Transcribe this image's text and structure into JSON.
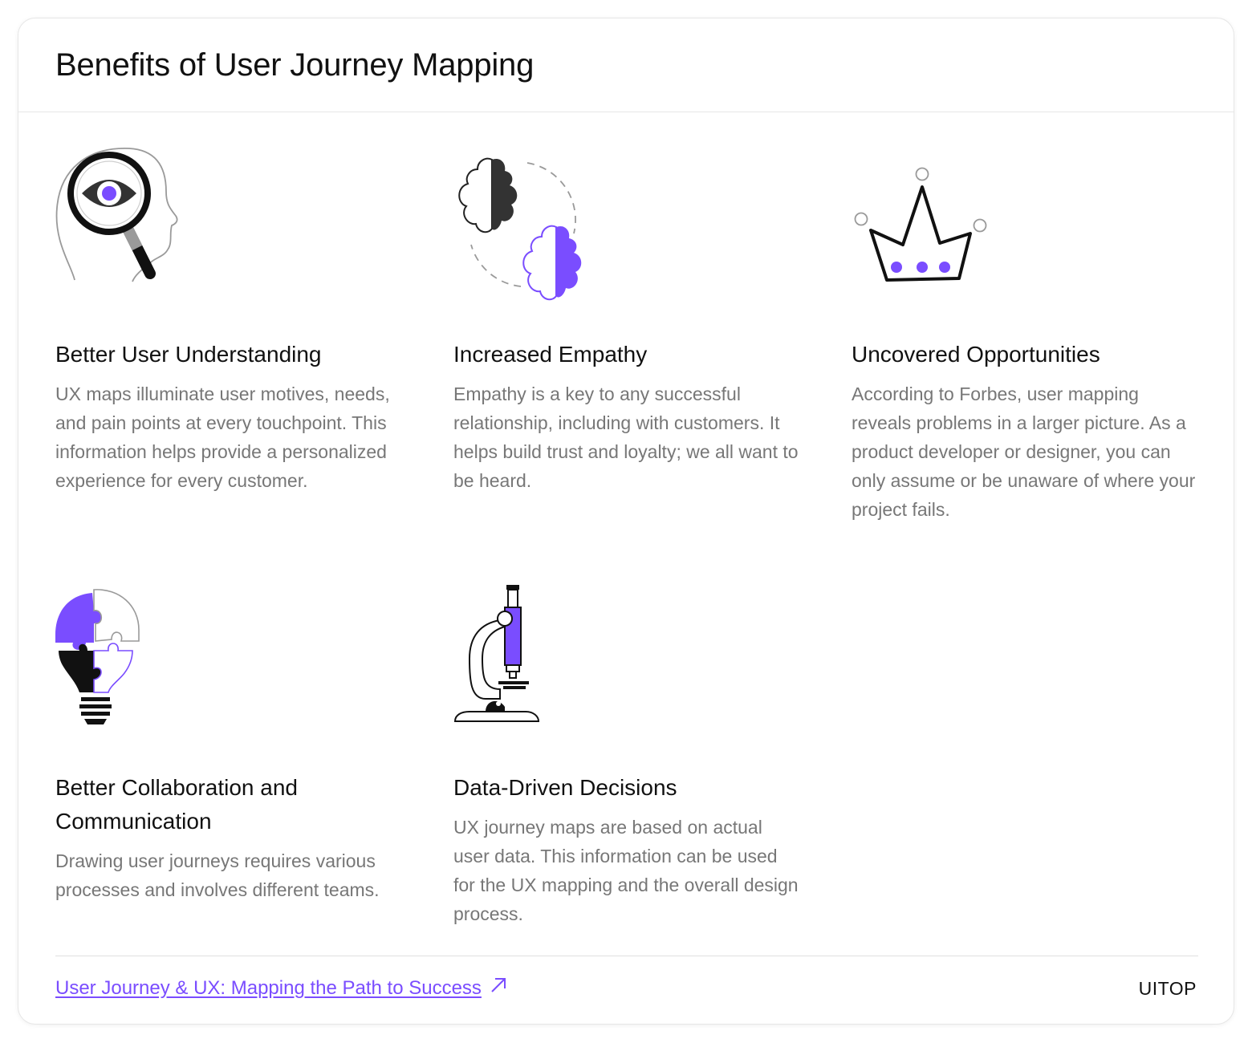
{
  "header": {
    "title": "Benefits of User Journey Mapping"
  },
  "items": [
    {
      "title": "Better User Understanding",
      "description": "UX maps illuminate user motives, needs, and pain points at every touchpoint. This information helps provide a personalized experience for every customer.",
      "icon": "head-magnifier-eye-icon"
    },
    {
      "title": "Increased Empathy",
      "description": "Empathy is a key to any successful relationship, including with customers. It helps build trust and loyalty; we all want to be heard.",
      "icon": "two-brains-icon"
    },
    {
      "title": "Uncovered Opportunities",
      "description": "According to Forbes, user mapping reveals problems in a larger picture. As a product developer or designer, you can only assume or be unaware of where your project fails.",
      "icon": "crown-icon"
    },
    {
      "title": "Better Collaboration and Communication",
      "description": "Drawing user journeys requires various processes and involves different teams.",
      "icon": "puzzle-lightbulb-icon"
    },
    {
      "title": "Data-Driven Decisions",
      "description": "UX journey maps are based on actual user data. This information can be used for the UX mapping and the overall design process.",
      "icon": "microscope-icon"
    }
  ],
  "footer": {
    "link_text": "User Journey & UX: Mapping the Path to Success",
    "brand": "UITOP"
  },
  "colors": {
    "accent": "#7a4dff",
    "text": "#111111",
    "muted": "#777777",
    "border": "#e6e6e6"
  }
}
